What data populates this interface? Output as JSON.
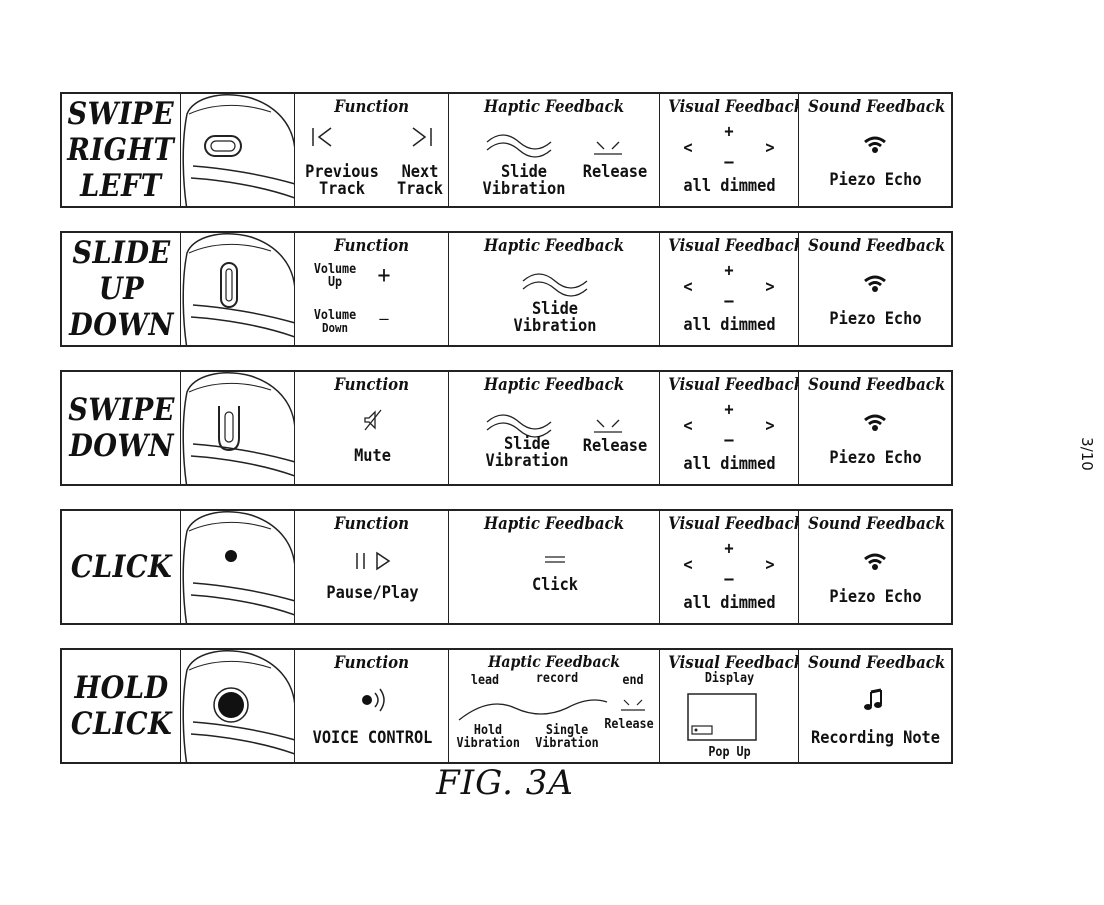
{
  "page_number": "3/10",
  "figure_caption": "FIG. 3A",
  "rows": [
    {
      "gesture": [
        "SWIPE",
        "RIGHT",
        "LEFT"
      ],
      "function": {
        "header": "Function",
        "labels": [
          "Previous",
          "Track",
          "Next",
          "Track"
        ],
        "icons": [
          "previous-track-icon",
          "next-track-icon"
        ]
      },
      "haptic": {
        "header": "Haptic Feedback",
        "labels": [
          "Slide",
          "Vibration",
          "Release"
        ]
      },
      "visual": {
        "header": "Visual Feedback",
        "plus": "+",
        "minus": "—",
        "left": "<",
        "right": ">",
        "note": "all dimmed"
      },
      "sound": {
        "header": "Sound Feedback",
        "label": "Piezo Echo",
        "icon": "piezo-echo-icon"
      }
    },
    {
      "gesture": [
        "SLIDE",
        "UP",
        "DOWN"
      ],
      "function": {
        "header": "Function",
        "labels": [
          "Volume",
          "Up",
          "Volume",
          "Down"
        ],
        "plus": "+",
        "minus": "—"
      },
      "haptic": {
        "header": "Haptic Feedback",
        "labels": [
          "Slide",
          "Vibration"
        ]
      },
      "visual": {
        "header": "Visual Feedback",
        "plus": "+",
        "minus": "—",
        "left": "<",
        "right": ">",
        "note": "all dimmed"
      },
      "sound": {
        "header": "Sound Feedback",
        "label": "Piezo Echo",
        "icon": "piezo-echo-icon"
      }
    },
    {
      "gesture": [
        "SWIPE",
        "DOWN"
      ],
      "function": {
        "header": "Function",
        "label": "Mute",
        "icon": "mute-icon"
      },
      "haptic": {
        "header": "Haptic Feedback",
        "labels": [
          "Slide",
          "Vibration",
          "Release"
        ]
      },
      "visual": {
        "header": "Visual Feedback",
        "plus": "+",
        "minus": "—",
        "left": "<",
        "right": ">",
        "note": "all dimmed"
      },
      "sound": {
        "header": "Sound Feedback",
        "label": "Piezo Echo",
        "icon": "piezo-echo-icon"
      }
    },
    {
      "gesture": [
        "CLICK"
      ],
      "function": {
        "header": "Function",
        "label": "Pause/Play",
        "icon": "pause-play-icon"
      },
      "haptic": {
        "header": "Haptic Feedback",
        "label": "Click"
      },
      "visual": {
        "header": "Visual Feedback",
        "plus": "+",
        "minus": "—",
        "left": "<",
        "right": ">",
        "note": "all dimmed"
      },
      "sound": {
        "header": "Sound Feedback",
        "label": "Piezo Echo",
        "icon": "piezo-echo-icon"
      }
    },
    {
      "gesture": [
        "HOLD",
        "CLICK"
      ],
      "function": {
        "header": "Function",
        "label": "VOICE CONTROL",
        "icon": "voice-control-icon"
      },
      "haptic": {
        "header": "Haptic Feedback",
        "phases": [
          "lead",
          "record",
          "end"
        ],
        "labels": [
          "Hold",
          "Vibration",
          "Single",
          "Vibration",
          "Release"
        ]
      },
      "visual": {
        "header": "Visual Feedback",
        "sub": "Display",
        "note": "Pop Up"
      },
      "sound": {
        "header": "Sound Feedback",
        "label": "Recording Note",
        "icon": "music-note-icon"
      }
    }
  ]
}
